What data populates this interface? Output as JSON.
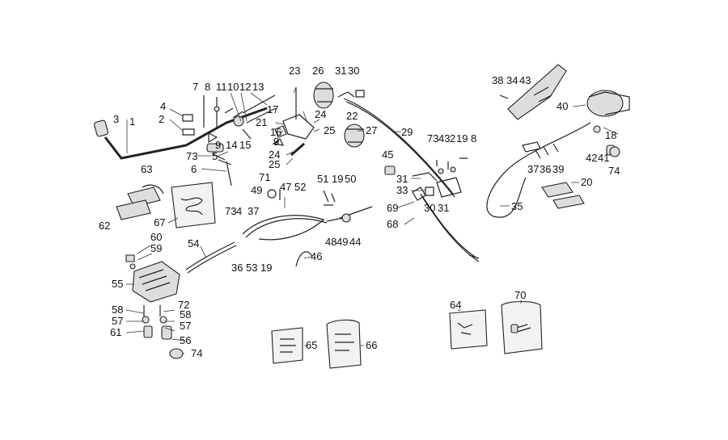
{
  "labels": [
    {
      "text": "1"
    },
    {
      "text": "2"
    },
    {
      "text": "3"
    },
    {
      "text": "4"
    },
    {
      "text": "5"
    },
    {
      "text": "6"
    },
    {
      "text": "7"
    },
    {
      "text": "8"
    },
    {
      "text": "11"
    },
    {
      "text": "10"
    },
    {
      "text": "12"
    },
    {
      "text": "13"
    },
    {
      "text": "9"
    },
    {
      "text": "14"
    },
    {
      "text": "15"
    },
    {
      "text": "17"
    },
    {
      "text": "73"
    },
    {
      "text": "21"
    },
    {
      "text": "16"
    },
    {
      "text": "9"
    },
    {
      "text": "23"
    },
    {
      "text": "26"
    },
    {
      "text": "31"
    },
    {
      "text": "30"
    },
    {
      "text": "24"
    },
    {
      "text": "22"
    },
    {
      "text": "25"
    },
    {
      "text": "27"
    },
    {
      "text": "29"
    },
    {
      "text": "24"
    },
    {
      "text": "25"
    },
    {
      "text": "38"
    },
    {
      "text": "34"
    },
    {
      "text": "43"
    },
    {
      "text": "40"
    },
    {
      "text": "18"
    },
    {
      "text": "73"
    },
    {
      "text": "43"
    },
    {
      "text": "2"
    },
    {
      "text": "19"
    },
    {
      "text": "8"
    },
    {
      "text": "42"
    },
    {
      "text": "41"
    },
    {
      "text": "74"
    },
    {
      "text": "37"
    },
    {
      "text": "36"
    },
    {
      "text": "39"
    },
    {
      "text": "45"
    },
    {
      "text": "63"
    },
    {
      "text": "71"
    },
    {
      "text": "49"
    },
    {
      "text": "47"
    },
    {
      "text": "52"
    },
    {
      "text": "51"
    },
    {
      "text": "19"
    },
    {
      "text": "50"
    },
    {
      "text": "31"
    },
    {
      "text": "33"
    },
    {
      "text": "30"
    },
    {
      "text": "31"
    },
    {
      "text": "20"
    },
    {
      "text": "35"
    },
    {
      "text": "62"
    },
    {
      "text": "67"
    },
    {
      "text": "73"
    },
    {
      "text": "4"
    },
    {
      "text": "37"
    },
    {
      "text": "69"
    },
    {
      "text": "68"
    },
    {
      "text": "48"
    },
    {
      "text": "49"
    },
    {
      "text": "44"
    },
    {
      "text": "60"
    },
    {
      "text": "59"
    },
    {
      "text": "54"
    },
    {
      "text": "36"
    },
    {
      "text": "53"
    },
    {
      "text": "19"
    },
    {
      "text": "46"
    },
    {
      "text": "55"
    },
    {
      "text": "72"
    },
    {
      "text": "58"
    },
    {
      "text": "58"
    },
    {
      "text": "57"
    },
    {
      "text": "57"
    },
    {
      "text": "61"
    },
    {
      "text": "56"
    },
    {
      "text": "74"
    },
    {
      "text": "65"
    },
    {
      "text": "66"
    },
    {
      "text": "64"
    },
    {
      "text": "70"
    }
  ]
}
